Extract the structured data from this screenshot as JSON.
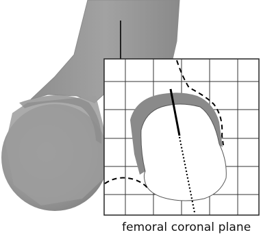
{
  "caption": "femoral coronal plane",
  "colors": {
    "bone_surface": "#9a9a9a",
    "bone_shadow": "#7c7c7c",
    "grid_line": "#222222",
    "axis_line": "#000000",
    "background": "#ffffff"
  },
  "inset": {
    "grid_rows": 5,
    "grid_cols": 6
  }
}
